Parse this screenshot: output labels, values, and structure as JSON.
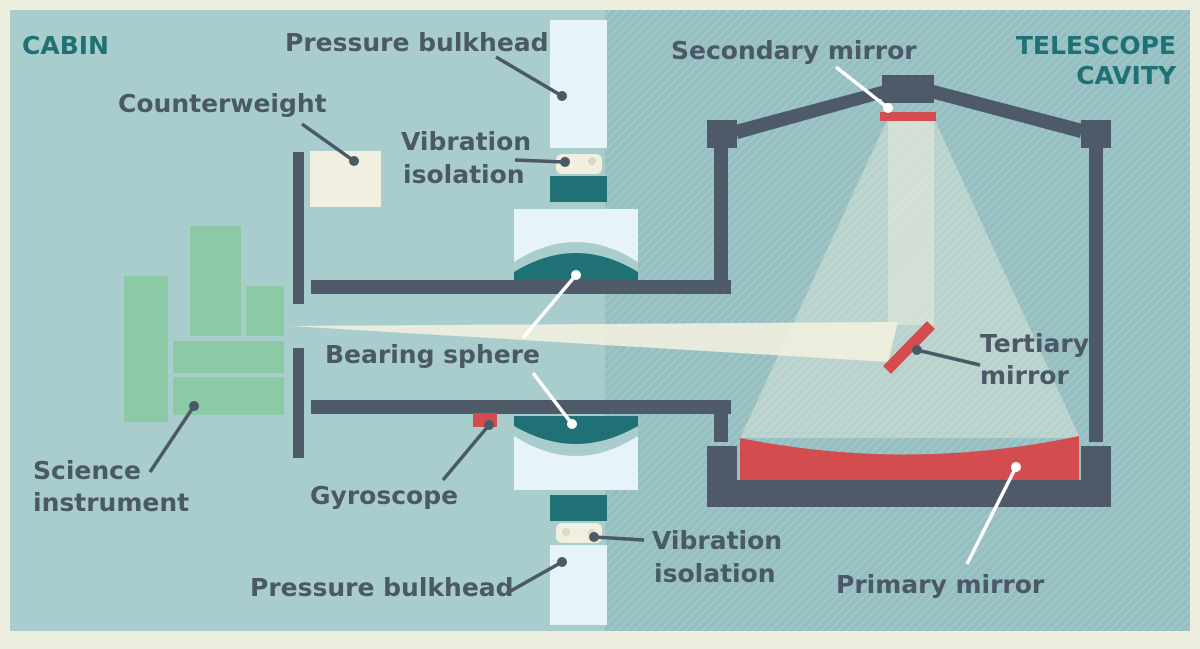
{
  "sections": {
    "cabin": "CABIN",
    "telescope_cavity_line1": "TELESCOPE",
    "telescope_cavity_line2": "CAVITY"
  },
  "labels": {
    "pressure_bulkhead_top": "Pressure bulkhead",
    "pressure_bulkhead_bottom": "Pressure bulkhead",
    "counterweight": "Counterweight",
    "vibration_isolation_top_line1": "Vibration",
    "vibration_isolation_top_line2": "isolation",
    "vibration_isolation_bottom_line1": "Vibration",
    "vibration_isolation_bottom_line2": "isolation",
    "secondary_mirror": "Secondary mirror",
    "tertiary_mirror_line1": "Tertiary",
    "tertiary_mirror_line2": "mirror",
    "bearing_sphere": "Bearing sphere",
    "science_instrument_line1": "Science",
    "science_instrument_line2": "instrument",
    "gyroscope": "Gyroscope",
    "primary_mirror": "Primary mirror"
  },
  "colors": {
    "cabin_bg": "#a9cdcd",
    "cavity_bg": "#95bfc1",
    "frame": "#eeeedf",
    "structure": "#4e5a67",
    "bulkhead": "#e6f4fa",
    "sphere": "#1f7176",
    "mirror_red": "#d34c50",
    "instrument_green": "#8cc9a7",
    "light_beam": "#f1efdf",
    "counterweight": "#f1efdf"
  }
}
